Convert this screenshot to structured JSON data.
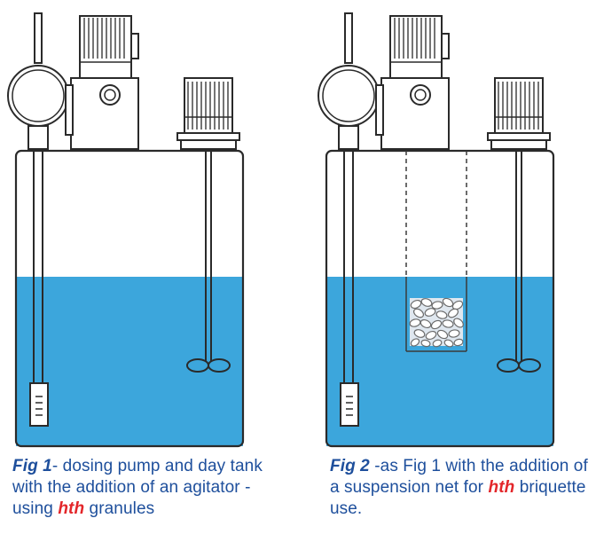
{
  "colors": {
    "water": "#3ca6dc",
    "outline": "#2a2a2a",
    "caption_text": "#1e4f9c",
    "brand_text": "#e3262a"
  },
  "figure1": {
    "caption": {
      "label": "Fig 1",
      "text_a": "- dosing pump and day tank with the addition of an agitator - using ",
      "brand": "hth",
      "text_b": " granules"
    }
  },
  "figure2": {
    "caption": {
      "label": "Fig 2",
      "text_a": " -as Fig 1 with the addition of a suspension net for ",
      "brand": "hth",
      "text_b": " briquette use."
    }
  }
}
